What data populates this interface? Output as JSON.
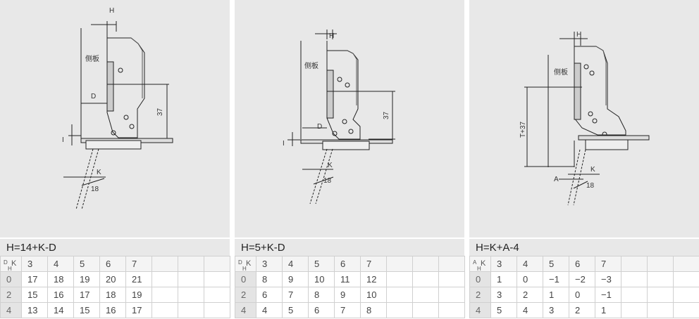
{
  "panels": [
    {
      "formula": "H=14+K-D",
      "side_label": "侧板",
      "dims": {
        "h": "H",
        "d": "D",
        "v37": "37",
        "i": "I",
        "k": "K",
        "w18": "18"
      },
      "corner": {
        "a": "D",
        "b": "H",
        "c": "K"
      },
      "header": [
        "3",
        "4",
        "5",
        "6",
        "7"
      ],
      "rows": [
        {
          "h": "0",
          "vals": [
            "17",
            "18",
            "19",
            "20",
            "21"
          ]
        },
        {
          "h": "2",
          "vals": [
            "15",
            "16",
            "17",
            "18",
            "19"
          ]
        },
        {
          "h": "4",
          "vals": [
            "13",
            "14",
            "15",
            "16",
            "17"
          ]
        }
      ]
    },
    {
      "formula": "H=5+K-D",
      "side_label": "侧板",
      "dims": {
        "h": "H",
        "d": "D",
        "v37": "37",
        "i": "I",
        "k": "K",
        "w18": "18"
      },
      "corner": {
        "a": "D",
        "b": "H",
        "c": "K"
      },
      "header": [
        "3",
        "4",
        "5",
        "6",
        "7"
      ],
      "rows": [
        {
          "h": "0",
          "vals": [
            "8",
            "9",
            "10",
            "11",
            "12"
          ]
        },
        {
          "h": "2",
          "vals": [
            "6",
            "7",
            "8",
            "9",
            "10"
          ]
        },
        {
          "h": "4",
          "vals": [
            "4",
            "5",
            "6",
            "7",
            "8"
          ]
        }
      ]
    },
    {
      "formula": "H=K+A-4",
      "side_label": "侧板",
      "dims": {
        "h": "H",
        "t37": "T+37",
        "a": "A",
        "k": "K",
        "w18": "18"
      },
      "corner": {
        "a": "A",
        "b": "H",
        "c": "K"
      },
      "header": [
        "3",
        "4",
        "5",
        "6",
        "7"
      ],
      "rows": [
        {
          "h": "0",
          "vals": [
            "1",
            "0",
            "−1",
            "−2",
            "−3"
          ]
        },
        {
          "h": "2",
          "vals": [
            "3",
            "2",
            "1",
            "0",
            "−1"
          ]
        },
        {
          "h": "4",
          "vals": [
            "5",
            "4",
            "3",
            "2",
            "1"
          ]
        }
      ]
    }
  ]
}
